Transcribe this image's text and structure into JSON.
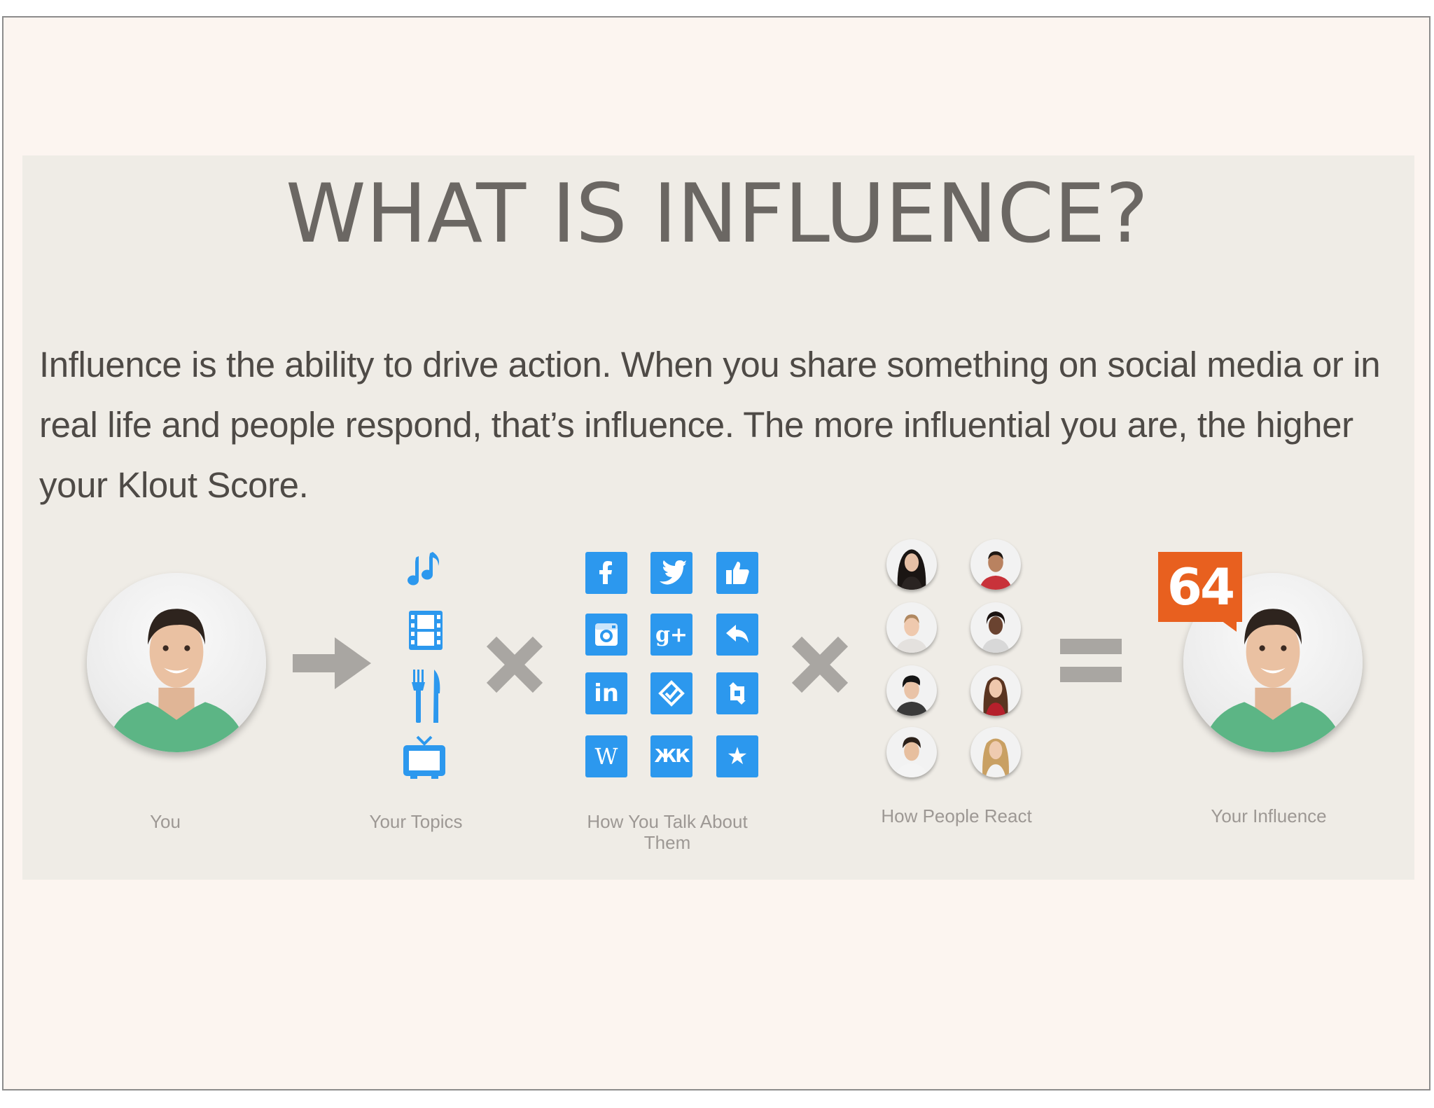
{
  "title": "WHAT IS INFLUENCE?",
  "description": "Influence is the ability to drive action. When you share something on social media or in real life and people respond, that’s influence. The more influential you are, the higher your Klout Score.",
  "colors": {
    "tile_blue": "#2c98ee",
    "score_orange": "#e8601f",
    "operator_gray": "#a9a6a2"
  },
  "steps": [
    {
      "label": "You"
    },
    {
      "label": "Your Topics"
    },
    {
      "label": "How You Talk About Them"
    },
    {
      "label": "How People React"
    },
    {
      "label": "Your Influence"
    }
  ],
  "topic_icons": [
    "music-notes-icon",
    "film-strip-icon",
    "fork-knife-icon",
    "tv-icon"
  ],
  "social_tiles": [
    {
      "icon": "facebook-icon",
      "glyph": "f"
    },
    {
      "icon": "twitter-icon",
      "glyph": ""
    },
    {
      "icon": "like-thumb-icon",
      "glyph": ""
    },
    {
      "icon": "instagram-icon",
      "glyph": ""
    },
    {
      "icon": "google-plus-icon",
      "glyph": "g+"
    },
    {
      "icon": "reply-icon",
      "glyph": ""
    },
    {
      "icon": "linkedin-icon",
      "glyph": "in"
    },
    {
      "icon": "foursquare-icon",
      "glyph": ""
    },
    {
      "icon": "retweet-icon",
      "glyph": ""
    },
    {
      "icon": "wikipedia-icon",
      "glyph": "W"
    },
    {
      "icon": "vkontakte-icon",
      "glyph": "ЖК"
    },
    {
      "icon": "star-icon",
      "glyph": "★"
    }
  ],
  "klout_score": "64"
}
